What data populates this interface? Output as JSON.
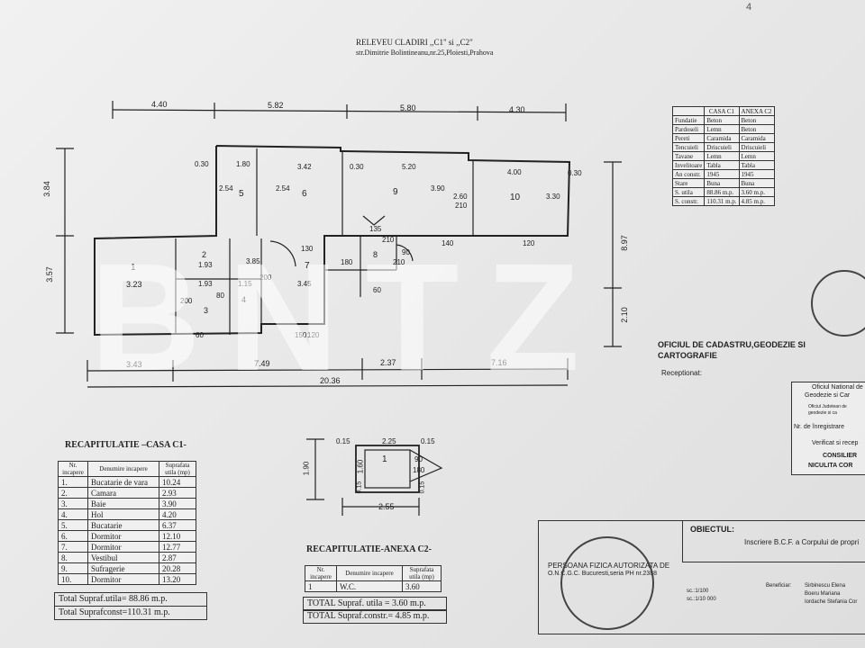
{
  "header": {
    "title": "RELEVEU CLADIRI ,,C1\" si ,,C2\"",
    "address": "str.Dimitrie Bolintineanu,nr.25,Ploiesti,Prahova",
    "corner_mark": "4"
  },
  "plan": {
    "top_dims": [
      "4.40",
      "5.82",
      "5.80",
      "4.30"
    ],
    "bottom_dims": [
      "3.43",
      "7.49",
      "2.37",
      "7.16"
    ],
    "total_length": "20.36",
    "left_dims": [
      "3.84",
      "3.57"
    ],
    "right_dims": [
      "8.97",
      "2.10"
    ],
    "rooms": [
      "1",
      "2",
      "3",
      "4",
      "5",
      "6",
      "7",
      "8",
      "9",
      "10"
    ],
    "labels": [
      {
        "t": "0.30"
      },
      {
        "t": "1.80"
      },
      {
        "t": "3.42"
      },
      {
        "t": "0.30"
      },
      {
        "t": "5.20"
      },
      {
        "t": "4.00"
      },
      {
        "t": "0.30"
      },
      {
        "t": "2.54"
      },
      {
        "t": "2.54"
      },
      {
        "t": "3.90"
      },
      {
        "t": "2.60"
      },
      {
        "t": "210"
      },
      {
        "t": "3.30"
      },
      {
        "t": "3.23"
      },
      {
        "t": "1.93"
      },
      {
        "t": "1.93"
      },
      {
        "t": "1.15"
      },
      {
        "t": "3.45"
      },
      {
        "t": "3.85"
      },
      {
        "t": "135"
      },
      {
        "t": "210"
      },
      {
        "t": "90"
      },
      {
        "t": "180"
      },
      {
        "t": "210"
      },
      {
        "t": "150"
      },
      {
        "t": "120"
      },
      {
        "t": "140"
      },
      {
        "t": "120"
      },
      {
        "t": "60"
      },
      {
        "t": "60"
      },
      {
        "t": "200"
      },
      {
        "t": "80"
      },
      {
        "t": "200"
      },
      {
        "t": "130"
      }
    ]
  },
  "info_table": {
    "headers": [
      "",
      "CASA C1",
      "ANEXA C2"
    ],
    "rows": [
      [
        "Fundatie",
        "Beton",
        "Beton"
      ],
      [
        "Pardoseli",
        "Lemn",
        "Beton"
      ],
      [
        "Pereti",
        "Caramida",
        "Caramida"
      ],
      [
        "Tencuieli",
        "Driscuieli",
        "Driscuieli"
      ],
      [
        "Tavane",
        "Lemn",
        "Lemn"
      ],
      [
        "Invelitoare",
        "Tabla",
        "Tabla"
      ],
      [
        "An constr.",
        "1945",
        "1945"
      ],
      [
        "Stare",
        "Buna",
        "Buna"
      ],
      [
        "S. utila",
        "88.86 m.p.",
        "3.60 m.p."
      ],
      [
        "S. constr.",
        "110.31 m.p.",
        "4.85 m.p."
      ]
    ]
  },
  "cadastru": {
    "line1": "OFICIUL DE CADASTRU,GEODEZIE SI",
    "line2": "CARTOGRAFIE",
    "receptionat": "Receptionat:",
    "stamp_lines": [
      "Oficiul National de",
      "Geodezie si Car",
      "Oficiul Judetean de",
      "geodezie si ca",
      "Nr. de înregistrare",
      "Verificat si recep",
      "CONSILIER",
      "NICULITA COR"
    ]
  },
  "rec_casa": {
    "title": "RECAPITULATIE –CASA C1-",
    "headers": [
      "Nr. incapere",
      "Denumire incapere",
      "Suprafata utila (mp)"
    ],
    "rows": [
      [
        "1.",
        "Bucatarie de vara",
        "10.24"
      ],
      [
        "2.",
        "Camara",
        "2.93"
      ],
      [
        "3.",
        "Baie",
        "3.90"
      ],
      [
        "4.",
        "Hol",
        "4.20"
      ],
      [
        "5.",
        "Bucatarie",
        "6.37"
      ],
      [
        "6.",
        "Dormitor",
        "12.10"
      ],
      [
        "7.",
        "Dormitor",
        "12.77"
      ],
      [
        "8.",
        "Vestibul",
        "2.87"
      ],
      [
        "9.",
        "Sufragerie",
        "20.28"
      ],
      [
        "10.",
        "Dormitor",
        "13.20"
      ]
    ],
    "total_utila": "Total Supraf.utila= 88.86 m.p.",
    "total_constr": "Total Suprafconst=110.31 m.p."
  },
  "anexa_plan": {
    "dims_top": [
      "0.15",
      "2.25",
      "0.15"
    ],
    "left": "1.90",
    "inner": "1.60",
    "bottom": "2.55",
    "room": "1",
    "door": [
      "90",
      "180"
    ],
    "small": [
      "0.15",
      "0.15"
    ]
  },
  "rec_anexa": {
    "title": "RECAPITULATIE-ANEXA C2-",
    "headers": [
      "Nr. incapere",
      "Denumire incapere",
      "Suprafata utila (mp)"
    ],
    "rows": [
      [
        "1",
        "W.C.",
        "3.60"
      ]
    ],
    "total_utila": "TOTAL  Supraf. utila = 3.60 m.p.",
    "total_constr": "TOTAL  Supraf.constr.= 4.85 m.p."
  },
  "title_block": {
    "persoana": "PERSOANA FIZICA AUTORIZATA DE",
    "oncgc": "O.N.C.G.C. Bucuresti,seria PH nr.2388",
    "obiectul_label": "OBIECTUL:",
    "obiectul": "Inscriere B.C.F. a Corpului de propri",
    "sc1": "sc.:1/100",
    "sc2": "sc.:1/10 000",
    "beneficiar_label": "Beneficiar:",
    "beneficiari": [
      "Sirbinescu Elena",
      "Boeru Mariana",
      "Iordache Stefania Cor"
    ]
  },
  "watermark": "BNTZ",
  "colors": {
    "ink": "#222222",
    "paper": "#ececec"
  }
}
